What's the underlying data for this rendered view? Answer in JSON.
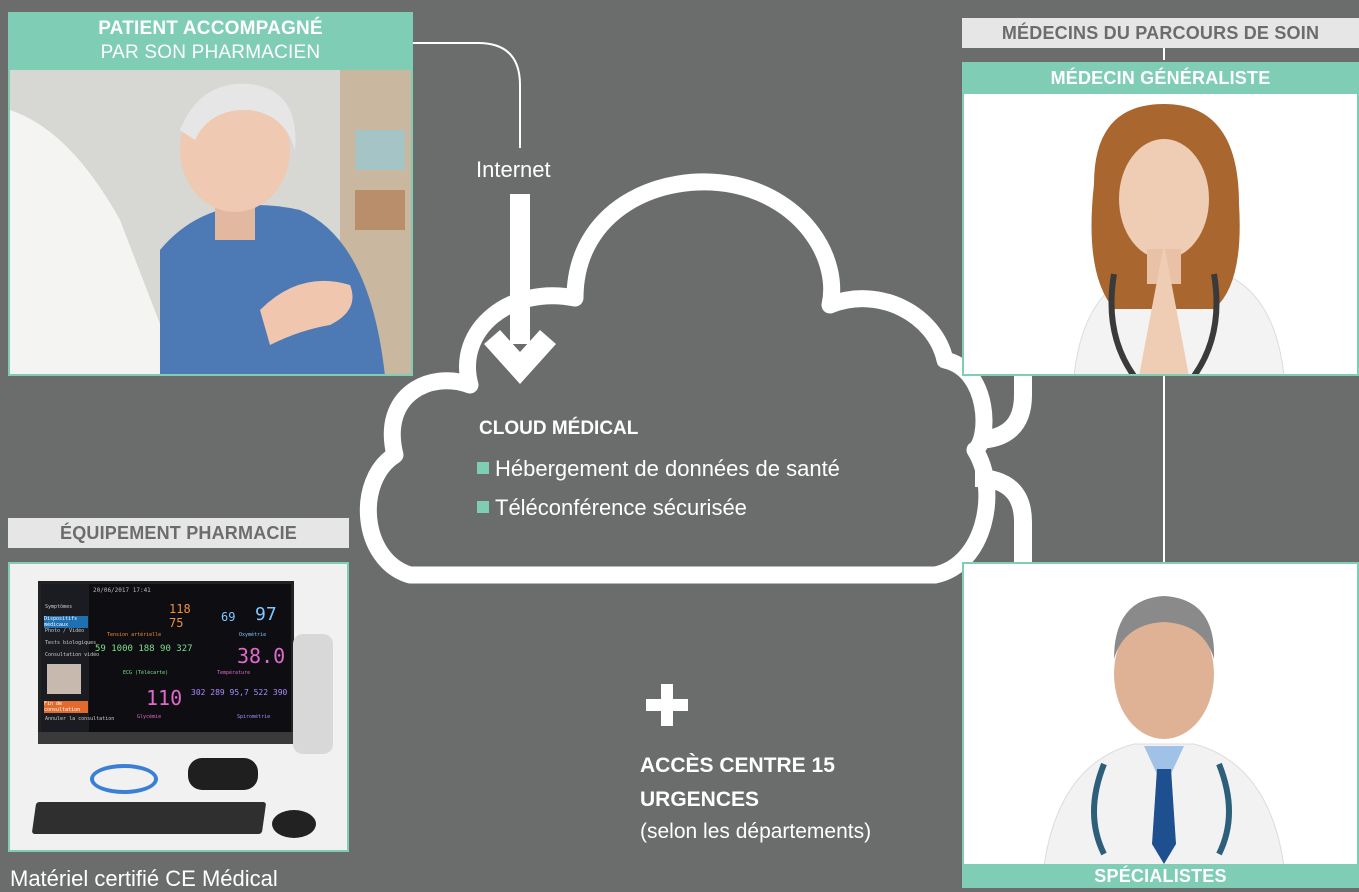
{
  "patient": {
    "title": "PATIENT ACCOMPAGNÉ",
    "subtitle": "PAR SON PHARMACIEN"
  },
  "connection_label": "Internet",
  "cloud": {
    "title": "CLOUD MÉDICAL",
    "items": [
      "Hébergement de données de santé",
      "Téléconférence sécurisée"
    ]
  },
  "equipment": {
    "header": "ÉQUIPEMENT PHARMACIE",
    "caption": "Matériel certifié CE Médical",
    "screen": {
      "date": "20/06/2017 17:41",
      "menu": [
        "Symptômes",
        "Dispositifs médicaux",
        "Photo / Vidéo",
        "Tests biologiques",
        "Consultation vidéo"
      ],
      "action_primary": "Fin de consultation",
      "action_secondary": "Annuler la consultation",
      "readings": {
        "bp_high": "118",
        "bp_low": "75",
        "bp_label": "Tension artérielle",
        "pulse": "69",
        "spo2": "97",
        "oximetry_label": "Oxymétrie",
        "ecg_values": "59 1000 188 90 327",
        "ecg_label": "ECG (Télécarte)",
        "temperature": "38.0",
        "temperature_label": "Température",
        "glucose": "110",
        "glucose_label": "Glycémie",
        "spiro_values": "302 289 95,7 522 390",
        "spiro_label": "Spirométrie"
      }
    }
  },
  "doctors_section": {
    "header": "MÉDECINS DU PARCOURS DE SOIN",
    "gp_label": "MÉDECIN GÉNÉRALISTE",
    "specialists_label": "SPÉCIALISTES"
  },
  "emergency": {
    "plus": "+",
    "line1": "ACCÈS CENTRE 15",
    "line2": "URGENCES",
    "note": "(selon les départements)"
  },
  "colors": {
    "background": "#6b6c6c",
    "accent": "#7fcdb4",
    "header_grey": "#e6e6e6",
    "text_white": "#ffffff"
  }
}
